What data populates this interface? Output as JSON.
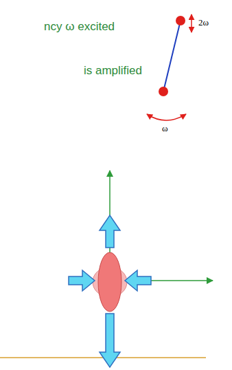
{
  "diagram": {
    "labels": [
      "ncy ω excited",
      "is amplified",
      "2ω",
      "ω"
    ]
  }
}
